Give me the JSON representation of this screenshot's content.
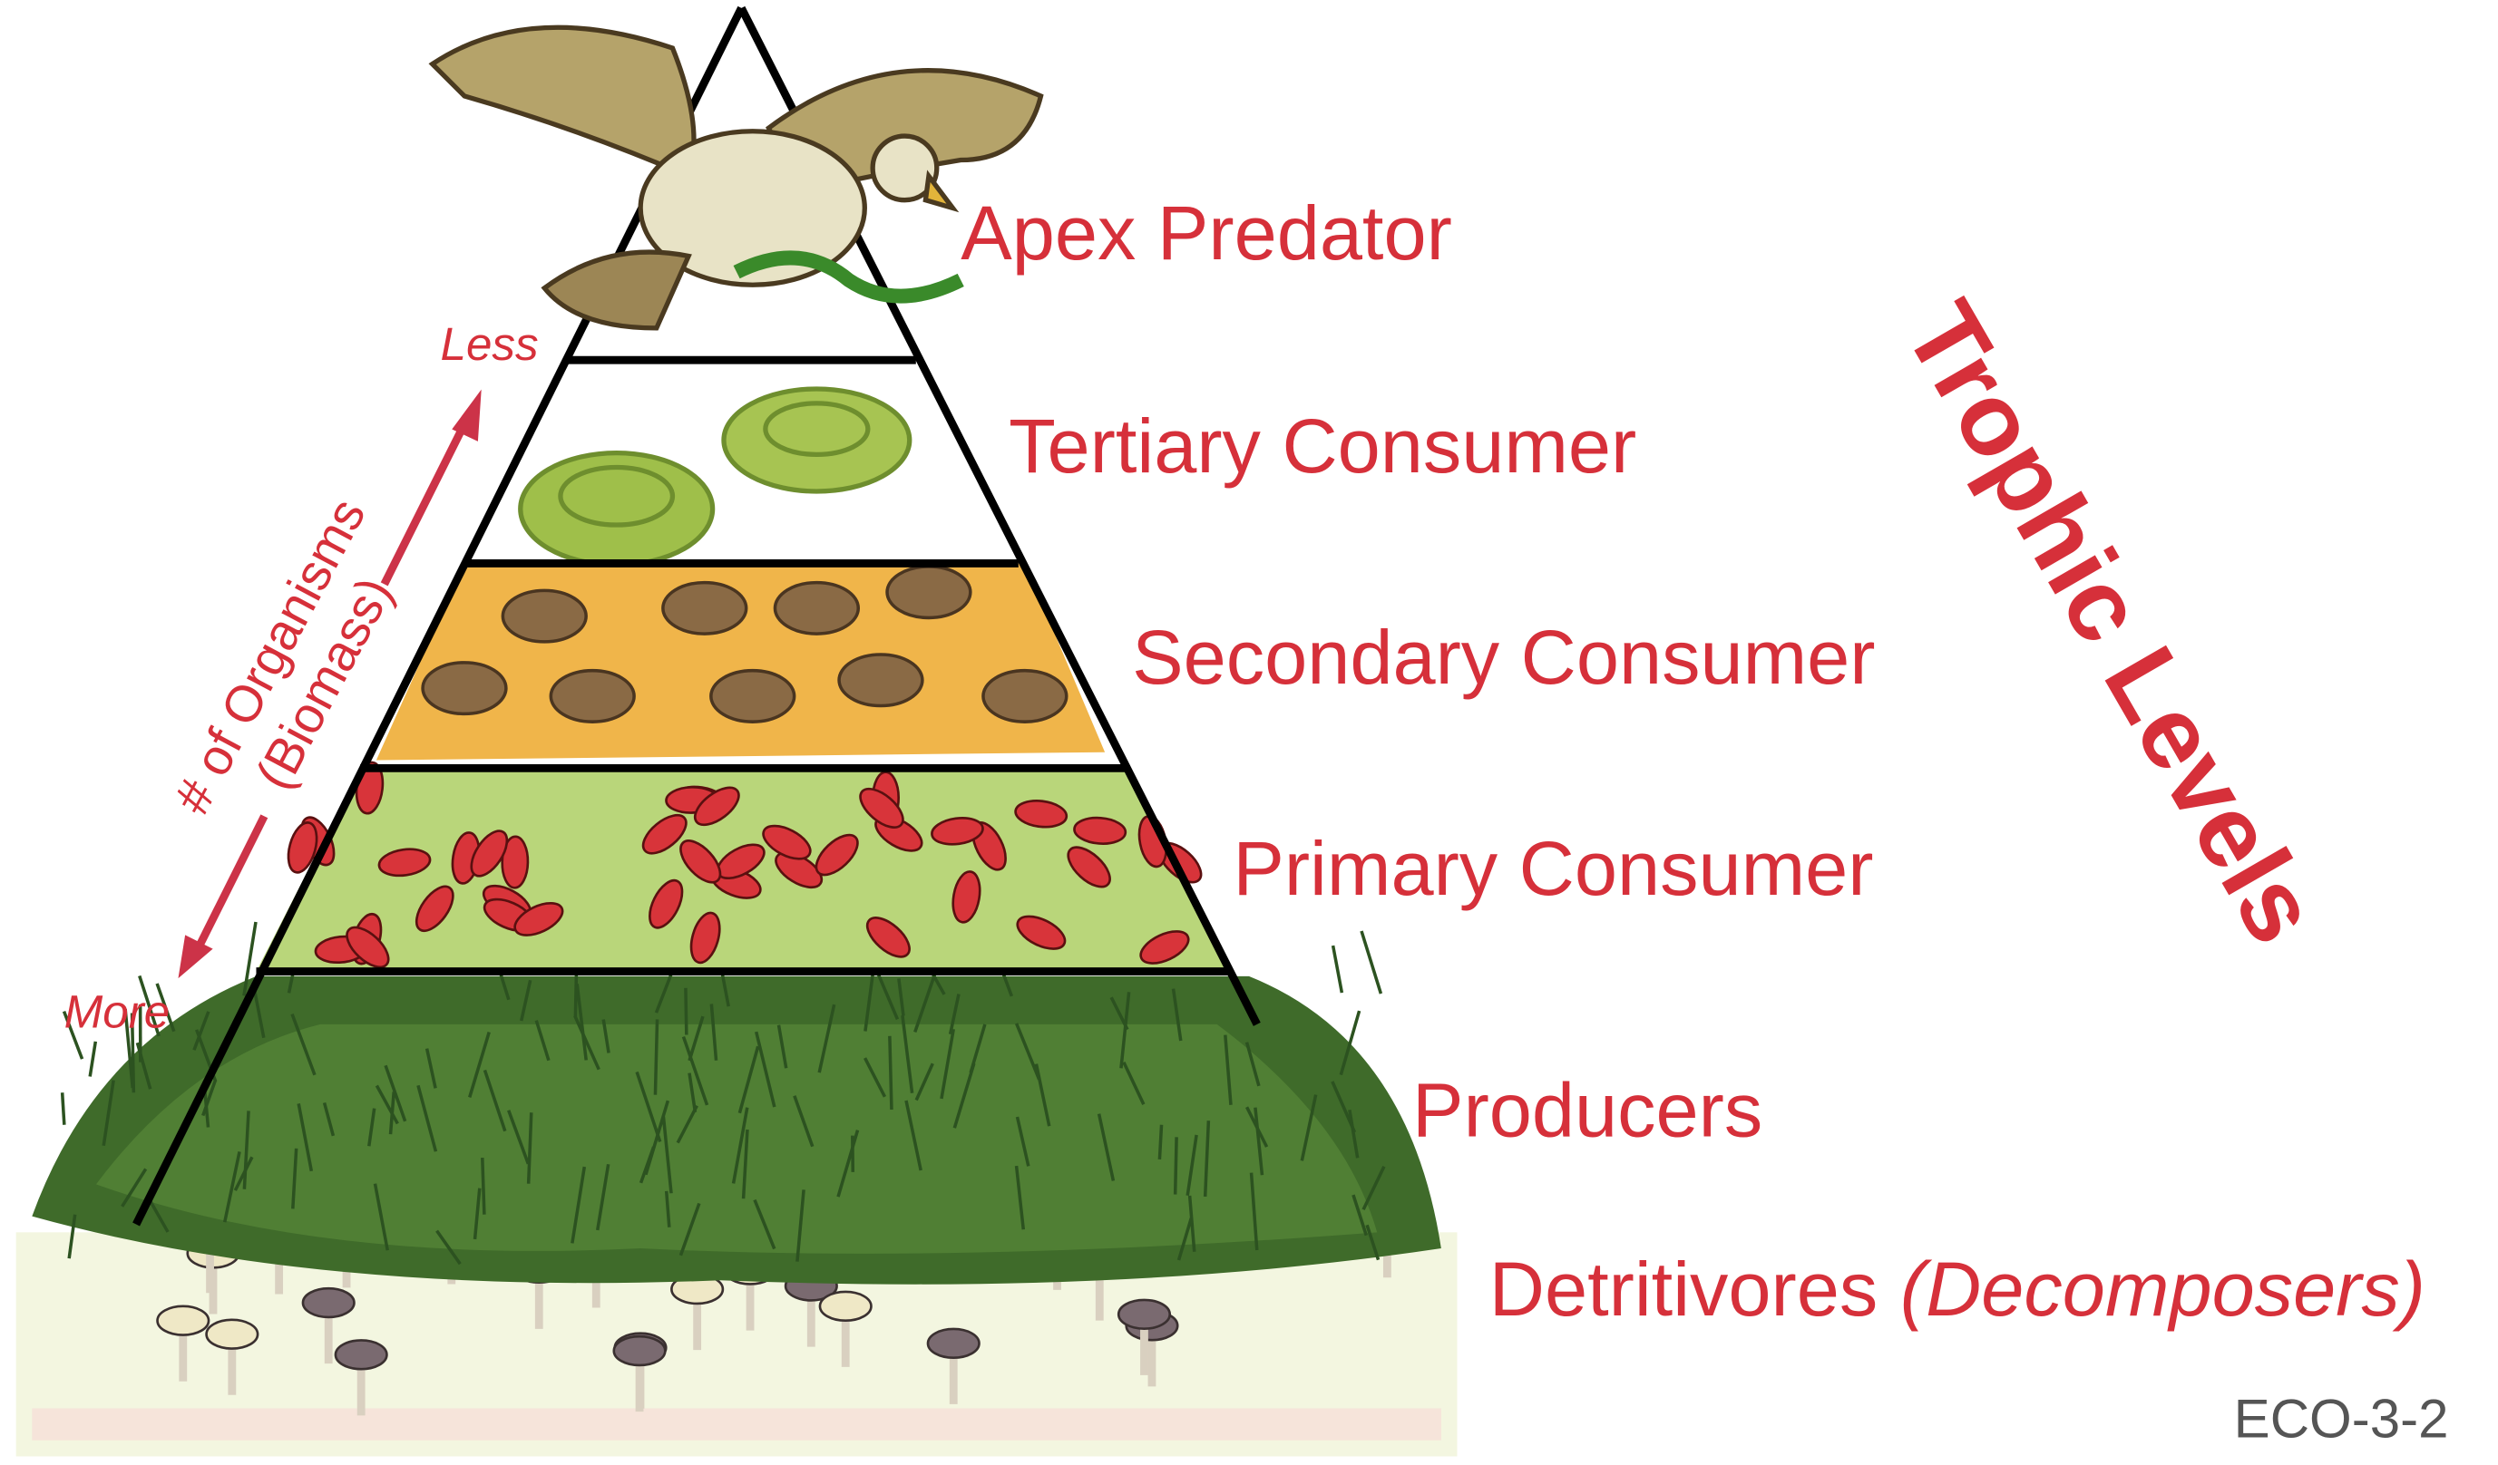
{
  "levels": [
    {
      "label": "Apex Predator",
      "organism": "hawk"
    },
    {
      "label": "Tertiary Consumer",
      "organism": "snakes"
    },
    {
      "label": "Secondary Consumer",
      "organism": "mice"
    },
    {
      "label": "Primary Consumer",
      "organism": "beetles"
    },
    {
      "label": "Producers",
      "organism": "grass"
    },
    {
      "label": "Detritivores",
      "label_note": "(Decomposers)",
      "organism": "mushrooms"
    }
  ],
  "axis": {
    "less": "Less",
    "more": "More",
    "line1": "# of Organisms",
    "line2": "(Biomass)"
  },
  "title": "Trophic Levels",
  "figure_code": "ECO-3-2",
  "colors": {
    "label": "#d6303a",
    "arrow": "#cc3348",
    "outline": "#000000"
  }
}
